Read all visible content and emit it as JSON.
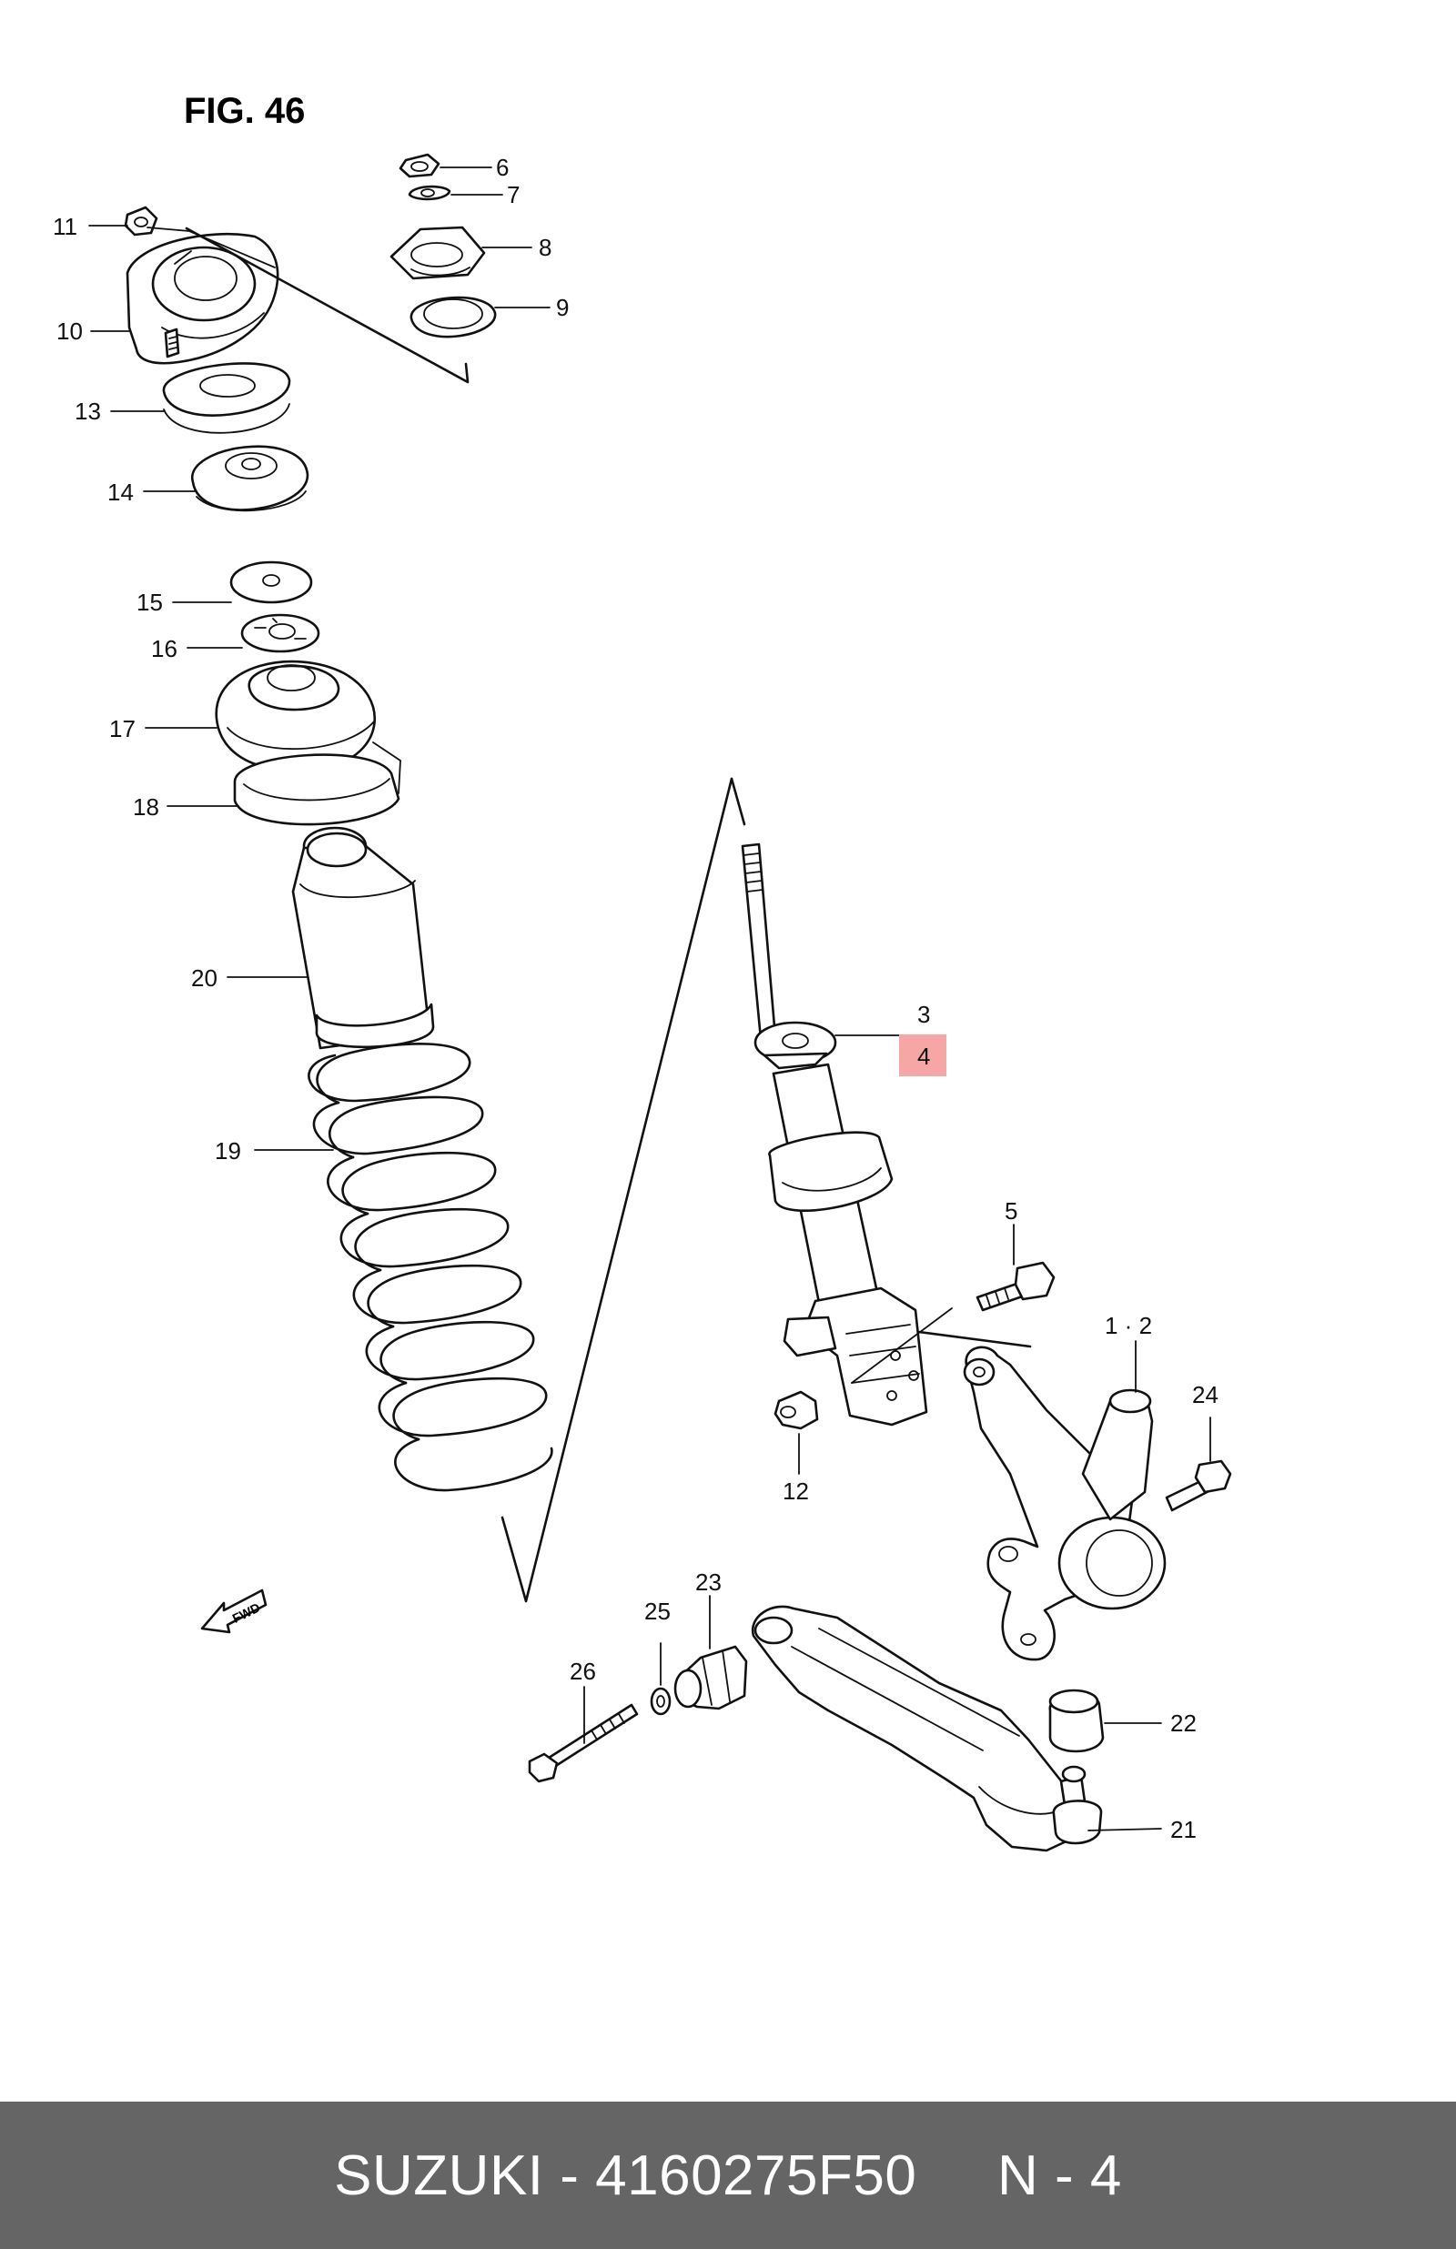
{
  "figure": {
    "title": "FIG. 46"
  },
  "callouts": [
    {
      "id": "c6",
      "text": "6"
    },
    {
      "id": "c7",
      "text": "7"
    },
    {
      "id": "c8",
      "text": "8"
    },
    {
      "id": "c9",
      "text": "9"
    },
    {
      "id": "c11",
      "text": "11"
    },
    {
      "id": "c10",
      "text": "10"
    },
    {
      "id": "c13",
      "text": "13"
    },
    {
      "id": "c14",
      "text": "14"
    },
    {
      "id": "c15",
      "text": "15"
    },
    {
      "id": "c16",
      "text": "16"
    },
    {
      "id": "c17",
      "text": "17"
    },
    {
      "id": "c18",
      "text": "18"
    },
    {
      "id": "c20",
      "text": "20"
    },
    {
      "id": "c19",
      "text": "19"
    },
    {
      "id": "c3",
      "text": "3"
    },
    {
      "id": "c4",
      "text": "4"
    },
    {
      "id": "c5",
      "text": "5"
    },
    {
      "id": "c12",
      "text": "12"
    },
    {
      "id": "c1-2",
      "text": "1 · 2"
    },
    {
      "id": "c24",
      "text": "24"
    },
    {
      "id": "c23",
      "text": "23"
    },
    {
      "id": "c25",
      "text": "25"
    },
    {
      "id": "c26",
      "text": "26"
    },
    {
      "id": "c22",
      "text": "22"
    },
    {
      "id": "c21",
      "text": "21"
    }
  ],
  "highlight": {
    "part": "4",
    "color": "#f7a6a6"
  },
  "direction_arrow": {
    "text": "FWD"
  },
  "footer": {
    "text": "SUZUKI - 4160275F50     N - 4",
    "background": "#656565"
  }
}
